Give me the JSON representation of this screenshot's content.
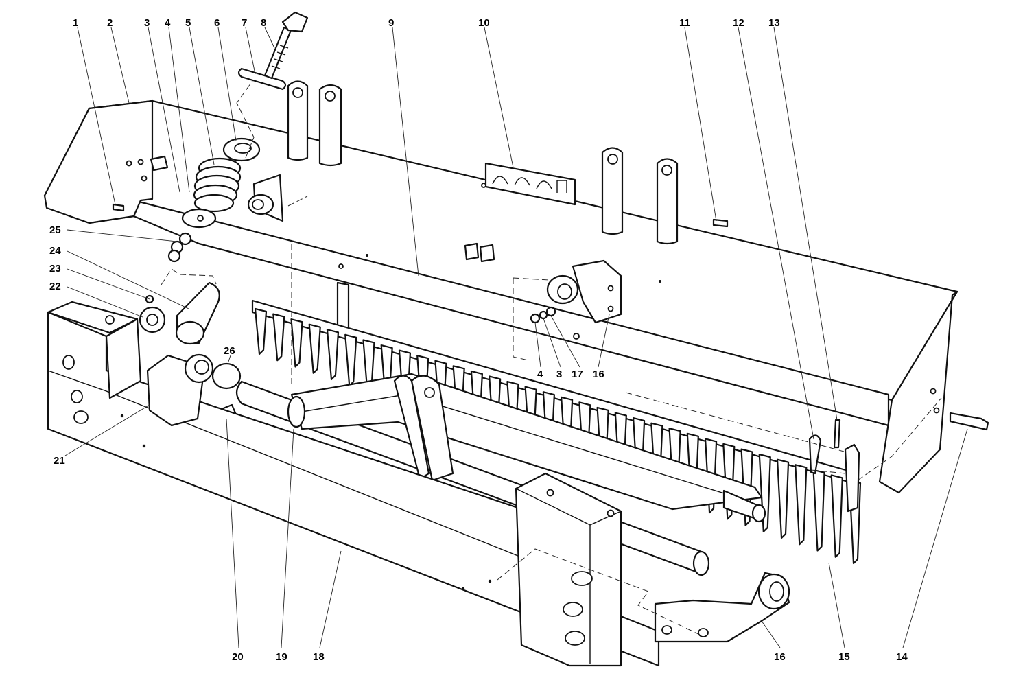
{
  "diagram": {
    "callouts": [
      {
        "id": "c1",
        "label": "1"
      },
      {
        "id": "c2",
        "label": "2"
      },
      {
        "id": "c3a",
        "label": "3"
      },
      {
        "id": "c4a",
        "label": "4"
      },
      {
        "id": "c5",
        "label": "5"
      },
      {
        "id": "c6",
        "label": "6"
      },
      {
        "id": "c7",
        "label": "7"
      },
      {
        "id": "c8",
        "label": "8"
      },
      {
        "id": "c9",
        "label": "9"
      },
      {
        "id": "c10",
        "label": "10"
      },
      {
        "id": "c11",
        "label": "11"
      },
      {
        "id": "c12",
        "label": "12"
      },
      {
        "id": "c13",
        "label": "13"
      },
      {
        "id": "c25",
        "label": "25"
      },
      {
        "id": "c24",
        "label": "24"
      },
      {
        "id": "c23",
        "label": "23"
      },
      {
        "id": "c22",
        "label": "22"
      },
      {
        "id": "c26",
        "label": "26"
      },
      {
        "id": "c4b",
        "label": "4"
      },
      {
        "id": "c3b",
        "label": "3"
      },
      {
        "id": "c17",
        "label": "17"
      },
      {
        "id": "c16a",
        "label": "16"
      },
      {
        "id": "c21",
        "label": "21"
      },
      {
        "id": "c20",
        "label": "20"
      },
      {
        "id": "c19",
        "label": "19"
      },
      {
        "id": "c18",
        "label": "18"
      },
      {
        "id": "c16b",
        "label": "16"
      },
      {
        "id": "c15",
        "label": "15"
      },
      {
        "id": "c14",
        "label": "14"
      }
    ]
  }
}
